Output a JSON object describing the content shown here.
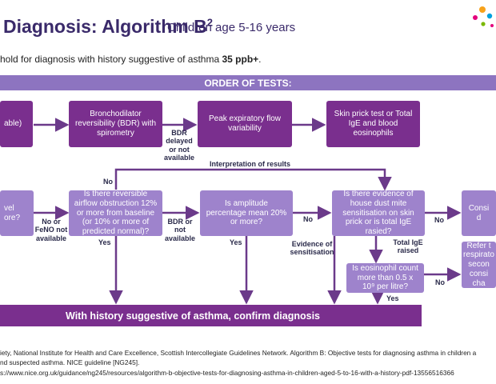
{
  "header": {
    "title": "Diagnosis: Algorithm B",
    "title_sup": "2",
    "subtitle": "Children age 5-16 years",
    "threshold_text": "hold for diagnosis with history suggestive of asthma ",
    "threshold_value": "35 ppb+",
    "threshold_end": "."
  },
  "order_bar": "ORDER OF TESTS:",
  "order_tests": {
    "first": "able)",
    "bdr": "Bronchodilator reversibility (BDR) with spirometry",
    "pef": "Peak expiratory flow variability",
    "skin": "Skin prick test or Total IgE and blood eosinophils"
  },
  "questions": {
    "feno": "vel ore?",
    "bdr_q": "Is there reversible airflow obstruction 12% or more from baseline (or 10% or more of predicted normal)?",
    "pef_q": "Is amplitude percentage mean 20% or more?",
    "mite_q": "Is there evidence of house dust mite sensitisation on skin prick or is total IgE rasied?",
    "eos_q": "Is eosinophil count more than 0.5 x 10⁹ per litre?",
    "consider": "Consi d",
    "refer": "Refer t respirato secon consi cha"
  },
  "labels": {
    "bdr_delayed": "BDR delayed or not available",
    "no_feno": "No or FeNO not available",
    "bdr_not": "BDR or not available",
    "no_top": "No",
    "interpretation": "Interpretation of results",
    "yes1": "Yes",
    "yes2": "Yes",
    "no_pef": "No",
    "evidence": "Evidence of sensitisation",
    "total_ige": "Total IgE raised",
    "no_mite": "No",
    "no_eos": "No",
    "yes_eos": "Yes"
  },
  "bottom_bar": "With history suggestive of asthma, confirm diagnosis",
  "footer": {
    "line1": "iety, National Institute for Health and Care Excellence, Scottish Intercollegiate Guidelines Network. Algorithm B: Objective tests for diagnosing asthma in children a",
    "line2": "nd suspected asthma. NICE guideline [NG245].",
    "line3": "s://www.nice.org.uk/guidance/ng245/resources/algorithm-b-objective-tests-for-diagnosing-asthma-in-children-aged-5-to-16-with-a-history-pdf-13556516366"
  },
  "colors": {
    "dark_purple": "#7a2f8e",
    "light_purple": "#9e83cc",
    "order_bar": "#8d74c0",
    "arrow": "#6b3a8a",
    "logo_dots": [
      "#f7a21b",
      "#e4007c",
      "#00a0df",
      "#7ab800"
    ]
  }
}
